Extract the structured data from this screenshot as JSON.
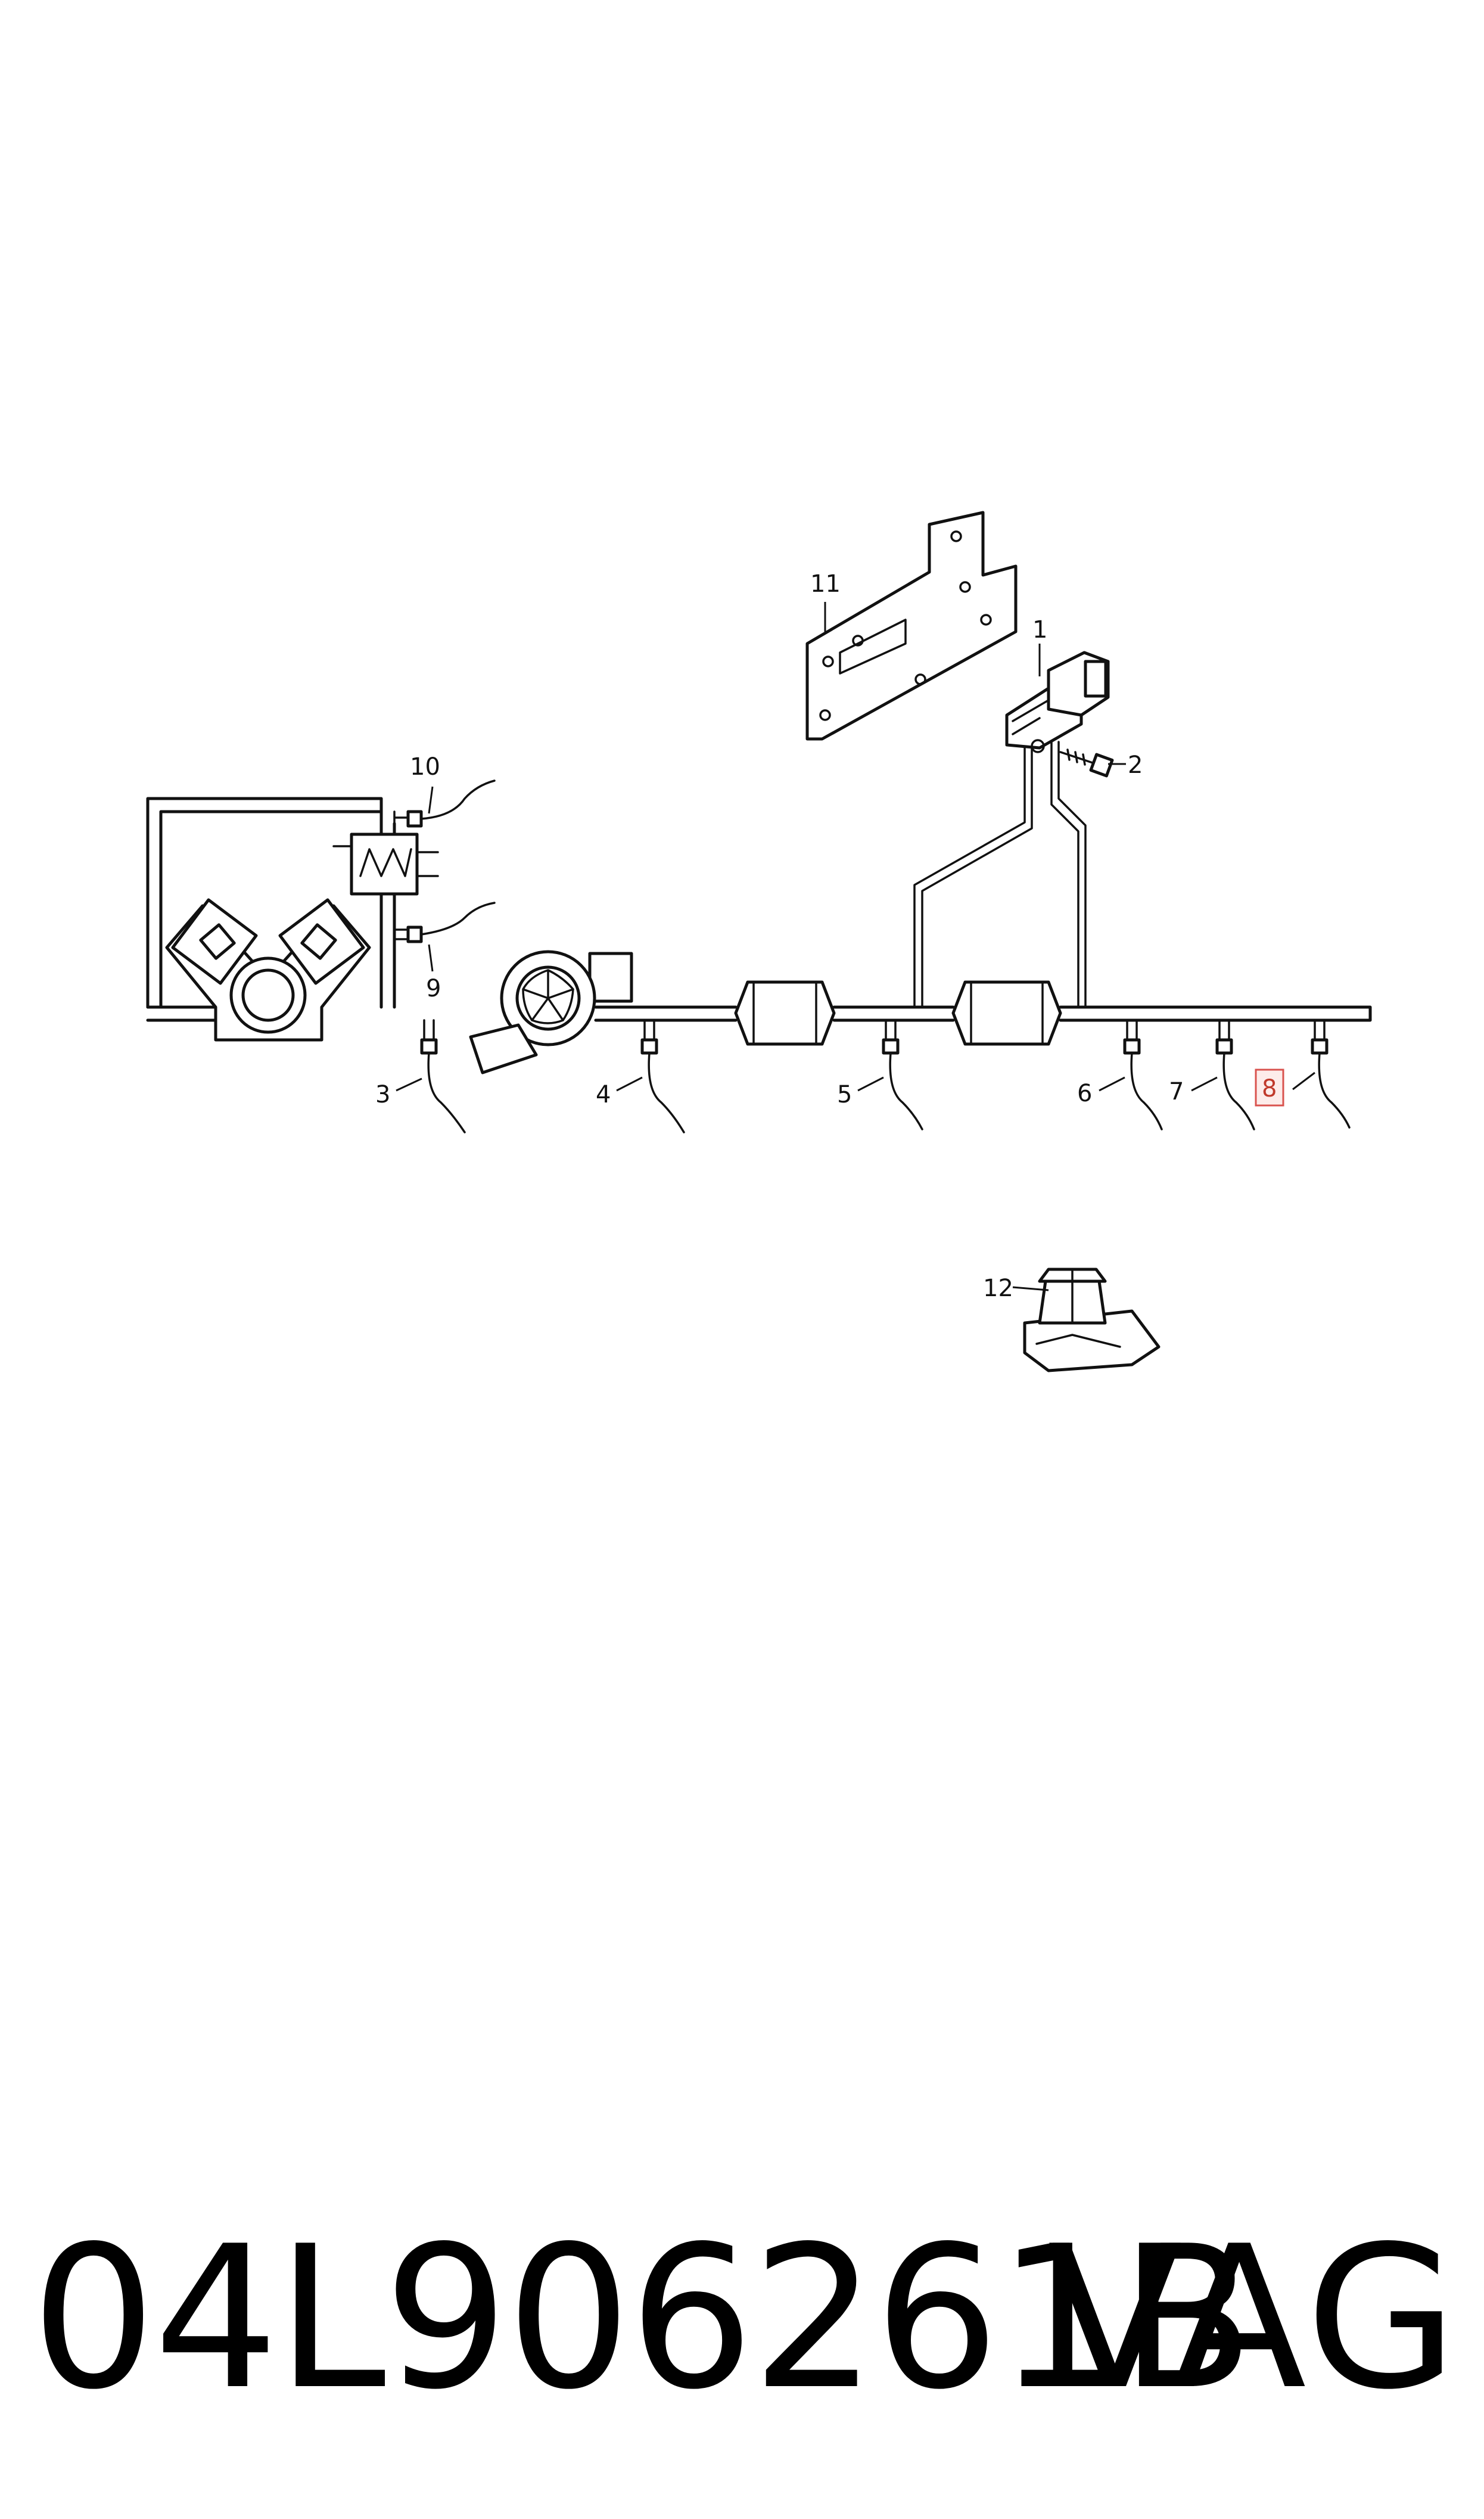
{
  "diagram": {
    "callouts": [
      {
        "id": "1",
        "label": "1",
        "highlighted": false
      },
      {
        "id": "2",
        "label": "2",
        "highlighted": false
      },
      {
        "id": "3",
        "label": "3",
        "highlighted": false
      },
      {
        "id": "4",
        "label": "4",
        "highlighted": false
      },
      {
        "id": "5",
        "label": "5",
        "highlighted": false
      },
      {
        "id": "6",
        "label": "6",
        "highlighted": false
      },
      {
        "id": "7",
        "label": "7",
        "highlighted": false
      },
      {
        "id": "8",
        "label": "8",
        "highlighted": true
      },
      {
        "id": "9",
        "label": "9",
        "highlighted": false
      },
      {
        "id": "10",
        "label": "10",
        "highlighted": false
      },
      {
        "id": "11",
        "label": "11",
        "highlighted": false
      },
      {
        "id": "12",
        "label": "12",
        "highlighted": false
      }
    ],
    "highlight_color": "#d9534f"
  },
  "footer": {
    "part_number": "04L906261B",
    "brand": "VAG"
  }
}
